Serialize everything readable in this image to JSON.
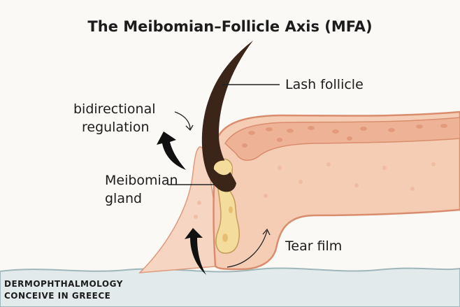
{
  "title": "The Meibomian–Follicle Axis (MFA)",
  "labels": {
    "lash_follicle": "Lash follicle",
    "bidirectional_line1": "bidirectional",
    "bidirectional_line2": "regulation",
    "meibomian_line1": "Meibomian",
    "meibomian_line2": "gland",
    "tear_film": "Tear film"
  },
  "watermark": {
    "line1": "DERMOPHTHALMOLOGY",
    "line2": "CONCEIVE IN GREECE"
  },
  "colors": {
    "skin": "#f6d3bd",
    "skin_band": "#efb598",
    "outline": "#d98c6e",
    "lash": "#3b2418",
    "gland": "#f4dc9c",
    "water": "#dfe8ea"
  }
}
